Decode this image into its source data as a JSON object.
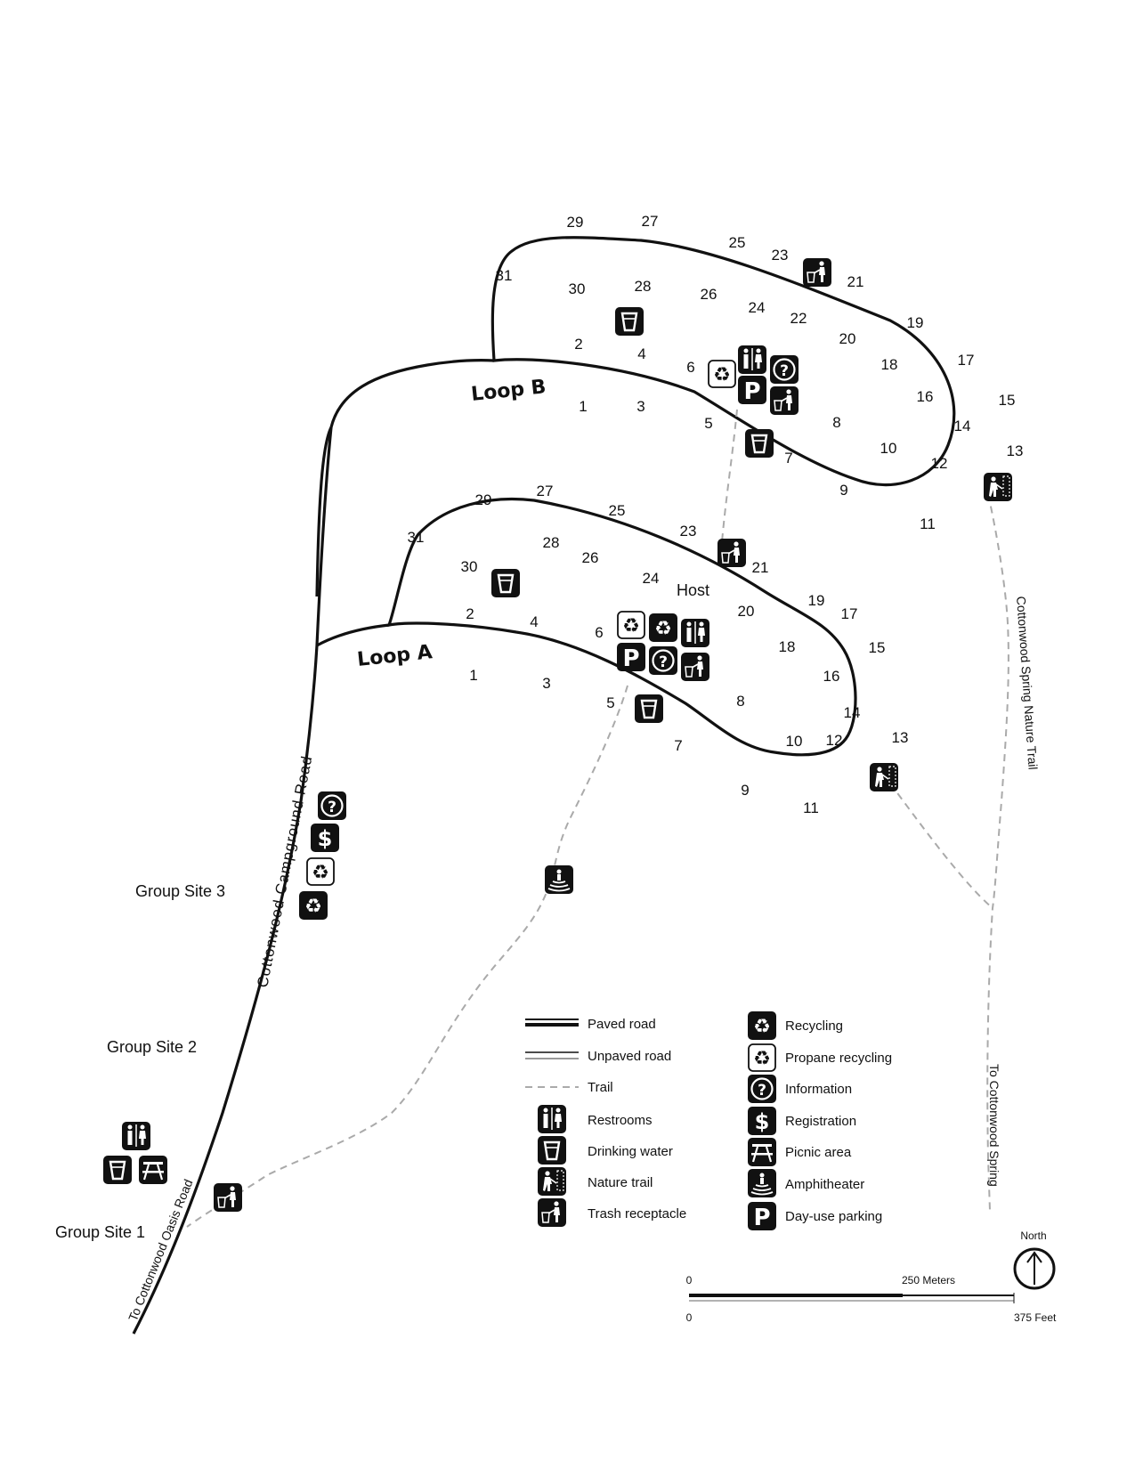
{
  "roads": {
    "campground_road": "Cottonwood   Campground   Road",
    "oasis_road": "To Cottonwood   Oasis Road",
    "nature_trail": "Cottonwood   Spring   Nature   Trail",
    "spring_trail": "To Cottonwood Spring"
  },
  "loops": {
    "loop_a": "Loop A",
    "loop_b": "Loop B"
  },
  "host_label": "Host",
  "group_sites": [
    "Group Site 3",
    "Group Site 2",
    "Group Site 1"
  ],
  "loop_b_sites": [
    "29",
    "27",
    "25",
    "23",
    "21",
    "31",
    "30",
    "28",
    "26",
    "24",
    "22",
    "19",
    "2",
    "4",
    "20",
    "17",
    "6",
    "18",
    "1",
    "3",
    "16",
    "15",
    "5",
    "8",
    "14",
    "7",
    "10",
    "12",
    "13",
    "9",
    "11"
  ],
  "loop_a_sites": [
    "29",
    "27",
    "25",
    "23",
    "31",
    "28",
    "26",
    "21",
    "30",
    "24",
    "2",
    "4",
    "20",
    "19",
    "17",
    "6",
    "18",
    "15",
    "1",
    "3",
    "16",
    "5",
    "8",
    "14",
    "7",
    "10",
    "12",
    "13",
    "9",
    "11"
  ],
  "legend": {
    "paved_road": "Paved road",
    "unpaved_road": "Unpaved road",
    "trail": "Trail",
    "restrooms": "Restrooms",
    "drinking_water": "Drinking water",
    "nature_trail": "Nature trail",
    "trash": "Trash receptacle",
    "recycling": "Recycling",
    "propane_recycling": "Propane recycling",
    "information": "Information",
    "registration": "Registration",
    "picnic_area": "Picnic area",
    "amphitheater": "Amphitheater",
    "day_use_parking": "Day-use parking"
  },
  "north": "North",
  "scale": {
    "zero_top": "0",
    "meters": "250 Meters",
    "zero_bottom": "0",
    "feet": "375 Feet"
  },
  "glyphs": {
    "info": "?",
    "dollar": "$",
    "parking": "P",
    "recycle": "♻"
  },
  "colors": {
    "ink": "#111111",
    "trail": "#aaaaaa",
    "paper": "#ffffff"
  }
}
